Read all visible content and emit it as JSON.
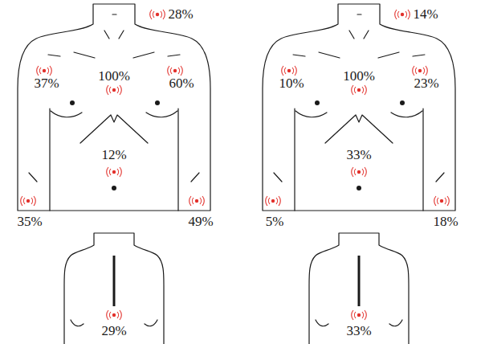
{
  "diagram": {
    "labels": [
      "28%",
      "37%",
      "100%",
      "60%",
      "12%",
      "35%",
      "49%",
      "29%",
      "14%",
      "10%",
      "100%",
      "23%",
      "33%",
      "5%",
      "18%",
      "33%"
    ]
  }
}
